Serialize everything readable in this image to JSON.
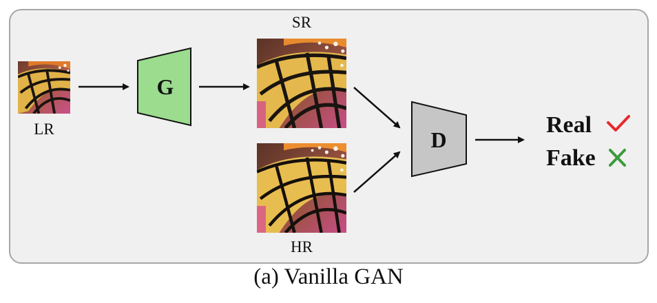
{
  "diagram": {
    "caption": "(a) Vanilla GAN",
    "images": {
      "lr_label": "LR",
      "sr_label": "SR",
      "hr_label": "HR"
    },
    "generator": {
      "label": "G",
      "color": "#9bdc8f"
    },
    "discriminator": {
      "label": "D",
      "color": "#c6c6c6"
    },
    "outputs": {
      "real_label": "Real",
      "real_mark_color": "#e8282b",
      "fake_label": "Fake",
      "fake_mark_color": "#3c9a3c"
    }
  }
}
